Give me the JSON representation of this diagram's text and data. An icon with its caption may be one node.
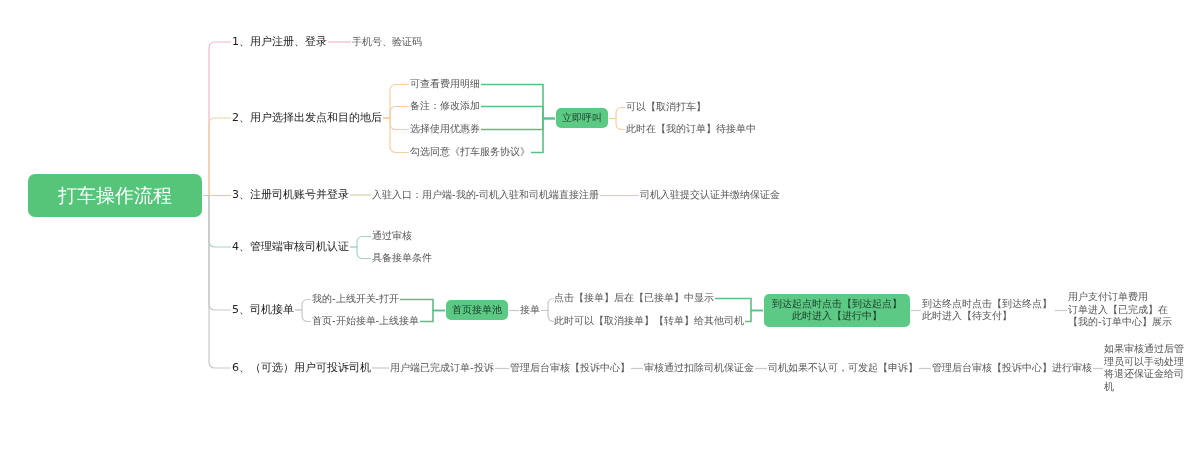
{
  "diagram": {
    "nodes": [
      {
        "text": [
          "打车操作流程"
        ]
      },
      {
        "text": [
          "1、用户注册、登录"
        ]
      },
      {
        "text": [
          "手机号、验证码"
        ]
      },
      {
        "text": [
          "2、用户选择出发点和目的地后"
        ]
      },
      {
        "text": [
          "可查看费用明细"
        ]
      },
      {
        "text": [
          "备注：修改添加"
        ]
      },
      {
        "text": [
          "选择使用优惠券"
        ]
      },
      {
        "text": [
          "勾选同意《打车服务协议》"
        ]
      },
      {
        "text": [
          "立即呼叫"
        ]
      },
      {
        "text": [
          "可以【取消打车】"
        ]
      },
      {
        "text": [
          "此时在【我的订单】待接单中"
        ]
      },
      {
        "text": [
          "3、注册司机账号并登录"
        ]
      },
      {
        "text": [
          "入驻入口：用户端-我的-司机入驻和司机端直接注册"
        ]
      },
      {
        "text": [
          "司机入驻提交认证并缴纳保证金"
        ]
      },
      {
        "text": [
          "4、管理端审核司机认证"
        ]
      },
      {
        "text": [
          "通过审核"
        ]
      },
      {
        "text": [
          "具备接单条件"
        ]
      },
      {
        "text": [
          "5、司机接单"
        ]
      },
      {
        "text": [
          "我的-上线开关-打开"
        ]
      },
      {
        "text": [
          "首页-开始接单-上线接单"
        ]
      },
      {
        "text": [
          "首页接单池"
        ]
      },
      {
        "text": [
          "接单"
        ]
      },
      {
        "text": [
          "点击【接单】后在【已接单】中显示"
        ]
      },
      {
        "text": [
          "此时可以【取消接单】【转单】给其他司机"
        ]
      },
      {
        "text": [
          "到达起点时点击【到达起点】此时进入【进行中】"
        ]
      },
      {
        "text": [
          "到达终点时点击【到达终点】此时进入【待支付】"
        ]
      },
      {
        "text": [
          "用户支付订单费用",
          "订单进入【已完成】在【我的-订单中心】展示"
        ]
      },
      {
        "text": [
          "6、（可选）用户可投诉司机"
        ]
      },
      {
        "text": [
          "用户端已完成订单-投诉"
        ]
      },
      {
        "text": [
          "管理后台审核【投诉中心】"
        ]
      },
      {
        "text": [
          "审核通过扣除司机保证金"
        ]
      },
      {
        "text": [
          "司机如果不认可，可发起【申诉】"
        ]
      },
      {
        "text": [
          "管理后台审核【投诉中心】进行审核"
        ]
      },
      {
        "text": [
          "如果审核通过后管理员可以手动处理将退还保证金给司机"
        ]
      }
    ],
    "edges": [
      {
        "from": 0,
        "to": 1,
        "arrow": "none",
        "color": "#f2b8c6"
      },
      {
        "from": 1,
        "to": 2,
        "arrow": "none",
        "color": "#f2b8c6"
      },
      {
        "from": 0,
        "to": 3,
        "arrow": "none",
        "color": "#f5cfa3"
      },
      {
        "from": 3,
        "to": 4,
        "arrow": "none",
        "color": "#f5cfa3"
      },
      {
        "from": 3,
        "to": 5,
        "arrow": "none",
        "color": "#f5cfa3"
      },
      {
        "from": 3,
        "to": 6,
        "arrow": "none",
        "color": "#f5cfa3"
      },
      {
        "from": 3,
        "to": 7,
        "arrow": "none",
        "color": "#f5cfa3"
      },
      {
        "from": 4,
        "to": 8,
        "arrow": "none",
        "color": "#5cbf85"
      },
      {
        "from": 5,
        "to": 8,
        "arrow": "none",
        "color": "#5cbf85"
      },
      {
        "from": 6,
        "to": 8,
        "arrow": "none",
        "color": "#5cbf85"
      },
      {
        "from": 7,
        "to": 8,
        "arrow": "none",
        "color": "#5cbf85"
      },
      {
        "from": 8,
        "to": 9,
        "arrow": "none",
        "color": "#f5cfa3"
      },
      {
        "from": 8,
        "to": 10,
        "arrow": "none",
        "color": "#f5cfa3"
      },
      {
        "from": 0,
        "to": 11,
        "arrow": "none",
        "color": "#d8d3a3"
      },
      {
        "from": 11,
        "to": 12,
        "arrow": "none",
        "color": "#d8d3a3"
      },
      {
        "from": 12,
        "to": 13,
        "arrow": "none",
        "color": "#d8d3a3"
      },
      {
        "from": 0,
        "to": 14,
        "arrow": "none",
        "color": "#a9d1cc"
      },
      {
        "from": 14,
        "to": 15,
        "arrow": "none",
        "color": "#a9d1cc"
      },
      {
        "from": 14,
        "to": 16,
        "arrow": "none",
        "color": "#a9d1cc"
      },
      {
        "from": 0,
        "to": 17,
        "arrow": "none",
        "color": "#c9c9c9"
      },
      {
        "from": 17,
        "to": 18,
        "arrow": "none",
        "color": "#c9c9c9"
      },
      {
        "from": 17,
        "to": 19,
        "arrow": "none",
        "color": "#c9c9c9"
      },
      {
        "from": 18,
        "to": 20,
        "arrow": "none",
        "color": "#5cbf85"
      },
      {
        "from": 19,
        "to": 20,
        "arrow": "none",
        "color": "#5cbf85"
      },
      {
        "from": 20,
        "to": 21,
        "arrow": "none",
        "color": "#c9c9c9"
      },
      {
        "from": 21,
        "to": 22,
        "arrow": "none",
        "color": "#c9c9c9"
      },
      {
        "from": 21,
        "to": 23,
        "arrow": "none",
        "color": "#c9c9c9"
      },
      {
        "from": 22,
        "to": 24,
        "arrow": "none",
        "color": "#5cbf85"
      },
      {
        "from": 23,
        "to": 24,
        "arrow": "none",
        "color": "#5cbf85"
      },
      {
        "from": 24,
        "to": 25,
        "arrow": "none",
        "color": "#c9c9c9"
      },
      {
        "from": 25,
        "to": 26,
        "arrow": "none",
        "color": "#c9c9c9"
      },
      {
        "from": 0,
        "to": 27,
        "arrow": "none",
        "color": "#c9c9c9"
      },
      {
        "from": 27,
        "to": 28,
        "arrow": "none",
        "color": "#c9c9c9"
      },
      {
        "from": 28,
        "to": 29,
        "arrow": "none",
        "color": "#c9c9c9"
      },
      {
        "from": 29,
        "to": 30,
        "arrow": "none",
        "color": "#c9c9c9"
      },
      {
        "from": 30,
        "to": 31,
        "arrow": "none",
        "color": "#c9c9c9"
      },
      {
        "from": 31,
        "to": 32,
        "arrow": "none",
        "color": "#c9c9c9"
      },
      {
        "from": 32,
        "to": 33,
        "arrow": "none",
        "color": "#c9c9c9"
      }
    ]
  }
}
